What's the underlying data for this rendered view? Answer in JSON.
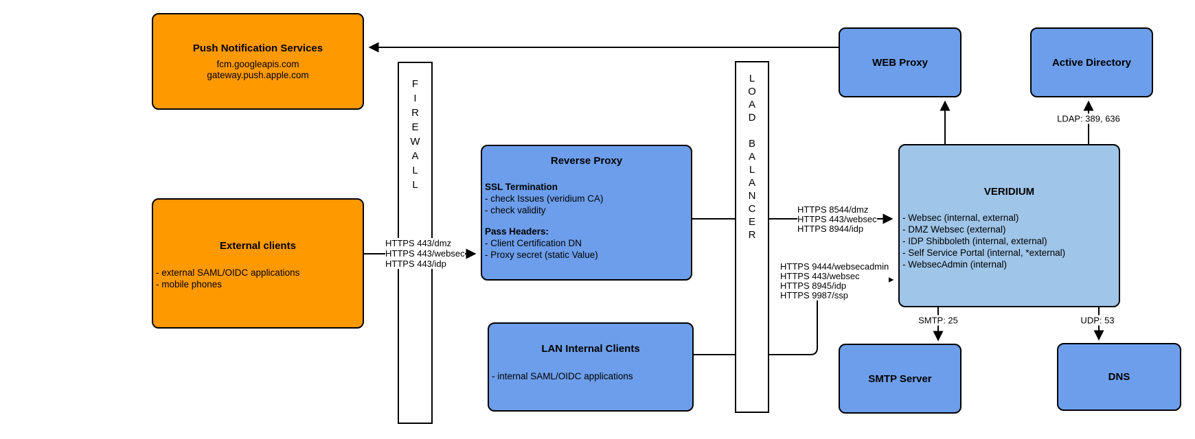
{
  "diagram": {
    "boxes": {
      "push": {
        "title": "Push Notification Services",
        "lines": [
          "fcm.googleapis.com",
          "gateway.push.apple.com"
        ]
      },
      "external": {
        "title": "External clients",
        "items": [
          "- external SAML/OIDC applications",
          "- mobile phones"
        ]
      },
      "firewall": {
        "label": "FIREWALL"
      },
      "reverse_proxy": {
        "title": "Reverse Proxy",
        "section1_heading": "SSL Termination",
        "section1_items": [
          "- check Issues (veridium CA)",
          "- check validity"
        ],
        "section2_heading": "Pass Headers:",
        "section2_items": [
          "- Client Certification DN",
          "- Proxy secret (static Value)"
        ]
      },
      "lan": {
        "title": "LAN Internal Clients",
        "items": [
          "- internal SAML/OIDC applications"
        ]
      },
      "load_balancer": {
        "label": "LOAD BALANCER"
      },
      "web_proxy": {
        "title": "WEB Proxy"
      },
      "active_directory": {
        "title": "Active Directory"
      },
      "veridium": {
        "title": "VERIDIUM",
        "items": [
          "- Websec (internal, external)",
          "- DMZ Websec (external)",
          "- IDP Shibboleth (internal, external)",
          "- Self Service Portal (internal, *external)",
          "- WebsecAdmin (internal)"
        ]
      },
      "smtp": {
        "title": "SMTP Server"
      },
      "dns": {
        "title": "DNS"
      }
    },
    "connector_labels": {
      "firewall_ports": [
        "HTTPS 443/dmz",
        "HTTPS 443/websec",
        "HTTPS 443/idp"
      ],
      "veridium_ports_upper": [
        "HTTPS 8544/dmz",
        "HTTPS 443/websec",
        "HTTPS 8944/idp"
      ],
      "veridium_ports_lower": [
        "HTTPS 9444/websecadmin",
        "HTTPS 443/websec",
        "HTTPS 8945/idp",
        "HTTPS 9987/ssp"
      ],
      "ldap": "LDAP: 389, 636",
      "smtp": "SMTP: 25",
      "udp": "UDP: 53"
    },
    "colors": {
      "orange": "#FF9900",
      "blue": "#6D9EEB",
      "light_blue": "#9FC5E8",
      "line": "#000000"
    }
  }
}
